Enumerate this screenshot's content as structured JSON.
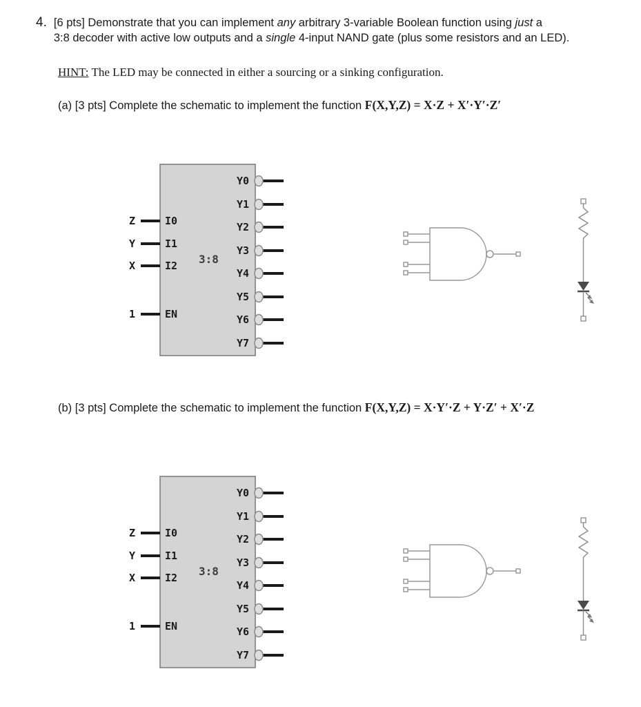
{
  "question": {
    "number": "4.",
    "line1": {
      "a": "[6 pts] Demonstrate that you can implement ",
      "em1": "any",
      "b": " arbitrary 3-variable Boolean function using ",
      "em2": "just",
      "c": " a"
    },
    "line2": {
      "a": "3:8 decoder with active low outputs and a ",
      "em": "single",
      "b": " 4-input NAND gate (plus some resistors and an LED)."
    }
  },
  "hint": {
    "label": "HINT:",
    "text": "The LED may be connected in either a sourcing or a sinking configuration."
  },
  "part_a": {
    "prefix": "(a) [3 pts] Complete the schematic to implement the function ",
    "formula": "F(X,Y,Z) = X·Z + X′·Y′·Z′"
  },
  "part_b": {
    "prefix": "(b) [3 pts] Complete the schematic to implement the function ",
    "formula": "F(X,Y,Z) = X·Y′·Z + Y·Z′ + X′·Z"
  },
  "decoder": {
    "ratio": "3:8",
    "inputs": [
      "Z",
      "Y",
      "X"
    ],
    "input_pins": [
      "I0",
      "I1",
      "I2"
    ],
    "enable_value": "1",
    "enable_pin": "EN",
    "outputs": [
      "Y0",
      "Y1",
      "Y2",
      "Y3",
      "Y4",
      "Y5",
      "Y6",
      "Y7"
    ]
  }
}
